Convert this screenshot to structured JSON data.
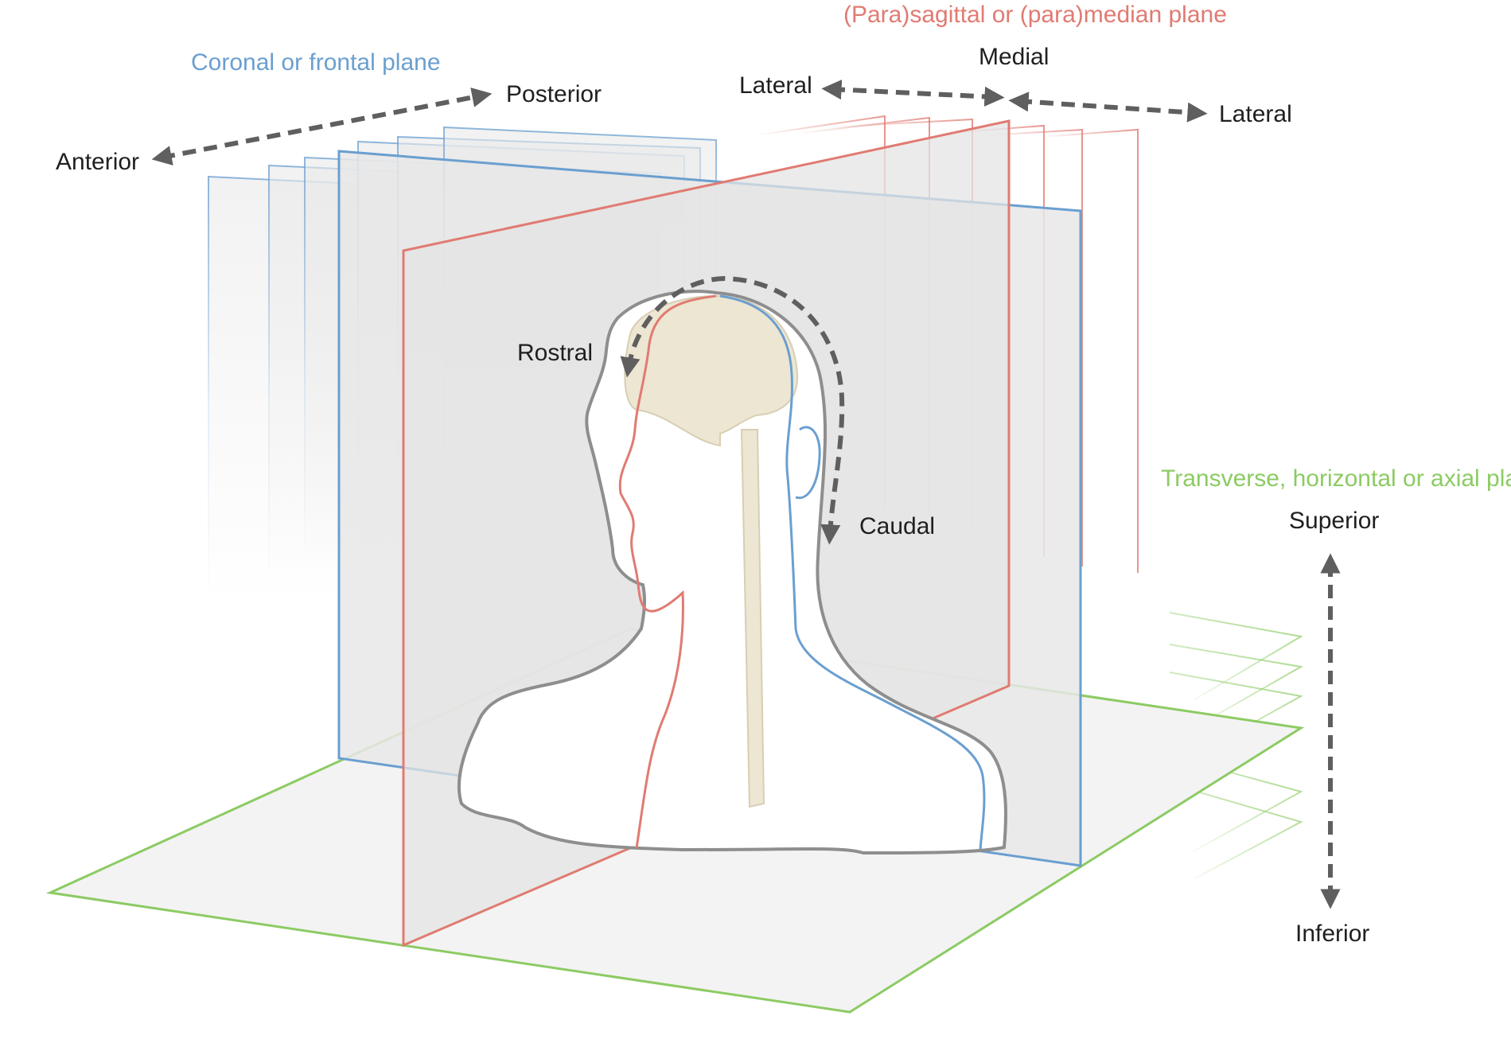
{
  "colors": {
    "coronal": "#6a9fd0",
    "sagittal": "#e07b72",
    "transverse": "#8ccb63",
    "arrow": "#5f5f5f",
    "plane_fill": "#e6e6e6",
    "brain": "#ede6d2",
    "outline": "#8e8e8e"
  },
  "planes": {
    "coronal_title": "Coronal or frontal plane",
    "sagittal_title": "(Para)sagittal or (para)median plane",
    "transverse_title": "Transverse, horizontal or axial plane"
  },
  "directions": {
    "anterior": "Anterior",
    "posterior": "Posterior",
    "lateral_left": "Lateral",
    "medial": "Medial",
    "lateral_right": "Lateral",
    "rostral": "Rostral",
    "caudal": "Caudal",
    "superior": "Superior",
    "inferior": "Inferior"
  },
  "icons": {
    "arrow_head": "arrowhead-icon"
  }
}
